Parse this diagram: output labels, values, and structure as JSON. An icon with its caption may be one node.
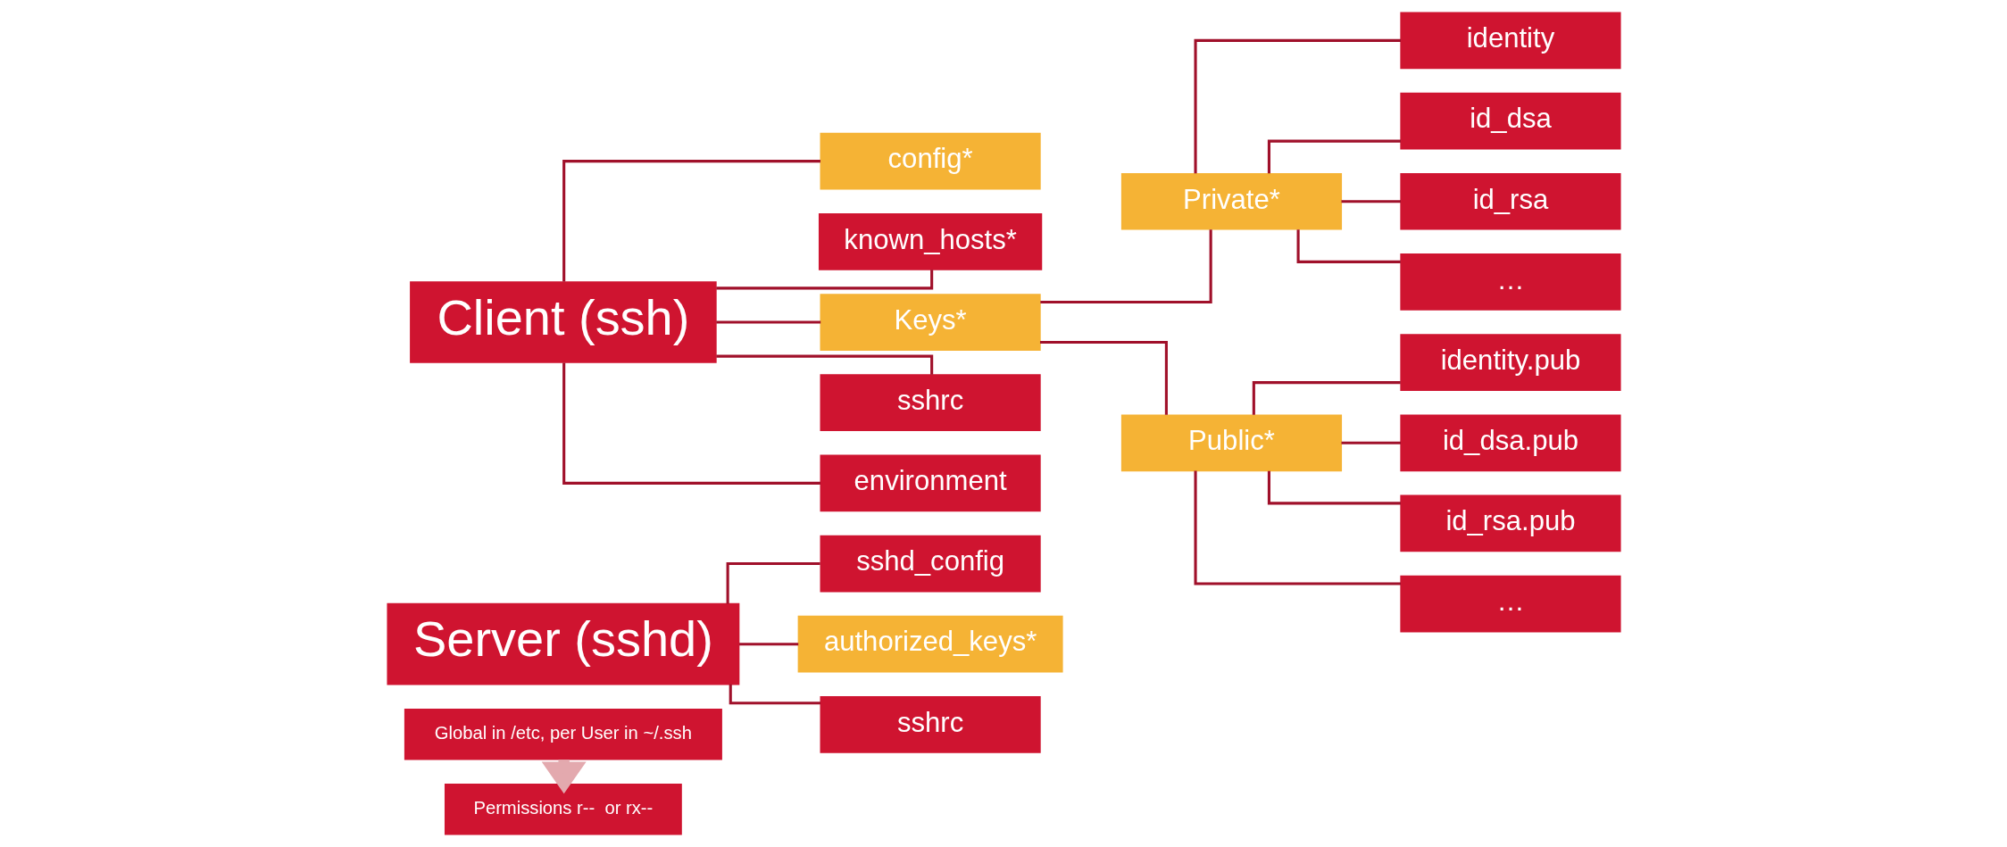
{
  "diagram": {
    "nodes": [
      {
        "text": [
          "Global in /etc, per User in ~/.ssh"
        ]
      },
      {
        "text": [
          "Permissions r--  or rx--"
        ]
      },
      {
        "text": [
          "Server (sshd)"
        ]
      },
      {
        "text": [
          "sshd_config"
        ]
      },
      {
        "text": [
          "authorized_keys*"
        ]
      },
      {
        "text": [
          "sshrc"
        ]
      },
      {
        "text": [
          "Client (ssh)"
        ]
      },
      {
        "text": [
          "config*"
        ]
      },
      {
        "text": [
          "known_hosts*"
        ]
      },
      {
        "text": [
          "Keys*"
        ]
      },
      {
        "text": [
          "sshrc"
        ]
      },
      {
        "text": [
          "environment"
        ]
      },
      {
        "text": [
          "Private*"
        ]
      },
      {
        "text": [
          "Public*"
        ]
      },
      {
        "text": [
          "identity"
        ]
      },
      {
        "text": [
          "id_dsa"
        ]
      },
      {
        "text": [
          "id_rsa"
        ]
      },
      {
        "text": [
          "…"
        ]
      },
      {
        "text": [
          "identity.pub"
        ]
      },
      {
        "text": [
          "id_dsa.pub"
        ]
      },
      {
        "text": [
          "id_rsa.pub"
        ]
      },
      {
        "text": [
          "…"
        ]
      }
    ],
    "edges": [
      {
        "from": 0,
        "to": 1,
        "arrow": "to",
        "style": "thick",
        "color": "#e3a9ae"
      },
      {
        "from": 2,
        "to": 3,
        "arrow": "none"
      },
      {
        "from": 2,
        "to": 4,
        "arrow": "none"
      },
      {
        "from": 2,
        "to": 5,
        "arrow": "none"
      },
      {
        "from": 6,
        "to": 7,
        "arrow": "none"
      },
      {
        "from": 6,
        "to": 8,
        "arrow": "none"
      },
      {
        "from": 6,
        "to": 9,
        "arrow": "none"
      },
      {
        "from": 6,
        "to": 10,
        "arrow": "none"
      },
      {
        "from": 6,
        "to": 11,
        "arrow": "none"
      },
      {
        "from": 9,
        "to": 12,
        "arrow": "none"
      },
      {
        "from": 9,
        "to": 13,
        "arrow": "none"
      },
      {
        "from": 12,
        "to": 14,
        "arrow": "none"
      },
      {
        "from": 12,
        "to": 15,
        "arrow": "none"
      },
      {
        "from": 12,
        "to": 16,
        "arrow": "none"
      },
      {
        "from": 12,
        "to": 17,
        "arrow": "none"
      },
      {
        "from": 13,
        "to": 18,
        "arrow": "none"
      },
      {
        "from": 13,
        "to": 19,
        "arrow": "none"
      },
      {
        "from": 13,
        "to": 20,
        "arrow": "none"
      },
      {
        "from": 13,
        "to": 21,
        "arrow": "none"
      }
    ]
  }
}
